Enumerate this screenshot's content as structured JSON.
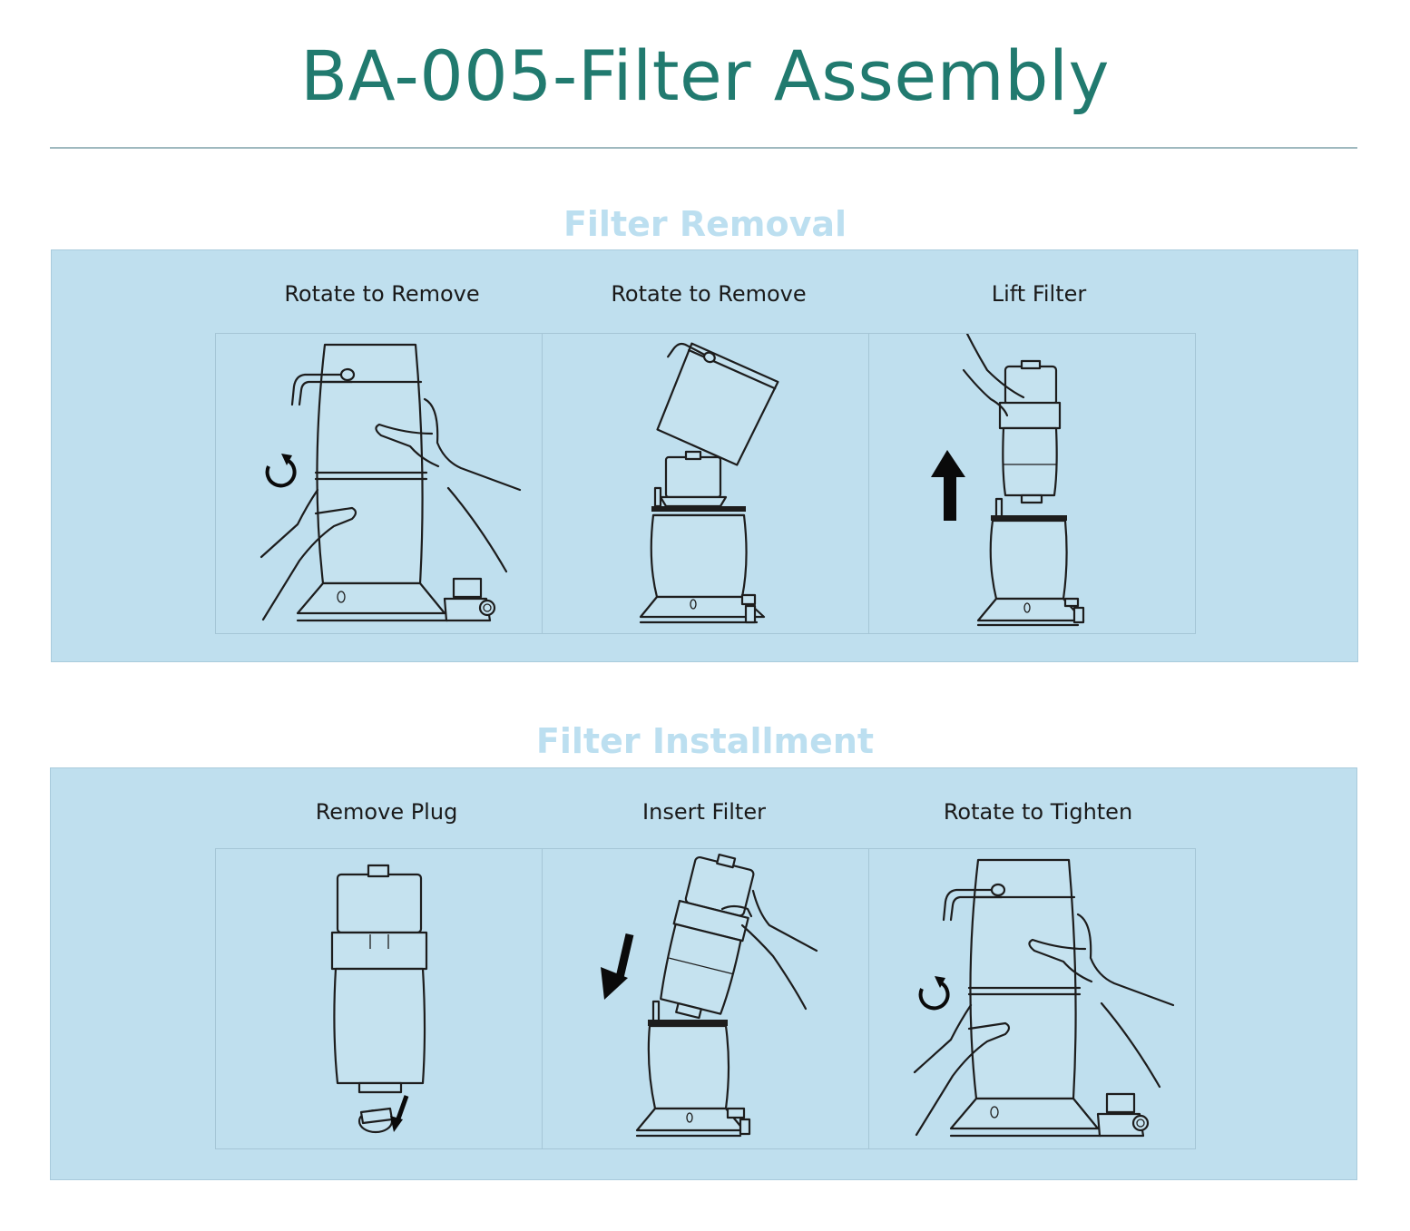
{
  "title": "BA-005-Filter Assembly",
  "sections": [
    {
      "heading": "Filter Removal",
      "steps": [
        {
          "label": "Rotate to Remove",
          "icon": "rotate-counterclockwise-icon"
        },
        {
          "label": "Rotate to Remove",
          "icon": "lid-removed-icon"
        },
        {
          "label": "Lift Filter",
          "icon": "up-arrow-icon"
        }
      ]
    },
    {
      "heading": "Filter Installment",
      "steps": [
        {
          "label": "Remove Plug",
          "icon": "down-arrow-icon"
        },
        {
          "label": "Insert Filter",
          "icon": "down-left-arrow-icon"
        },
        {
          "label": "Rotate to Tighten",
          "icon": "rotate-counterclockwise-icon"
        }
      ]
    }
  ],
  "colors": {
    "title": "#217a6f",
    "section_heading": "#bcdff0",
    "panel": "#bfdfee"
  }
}
